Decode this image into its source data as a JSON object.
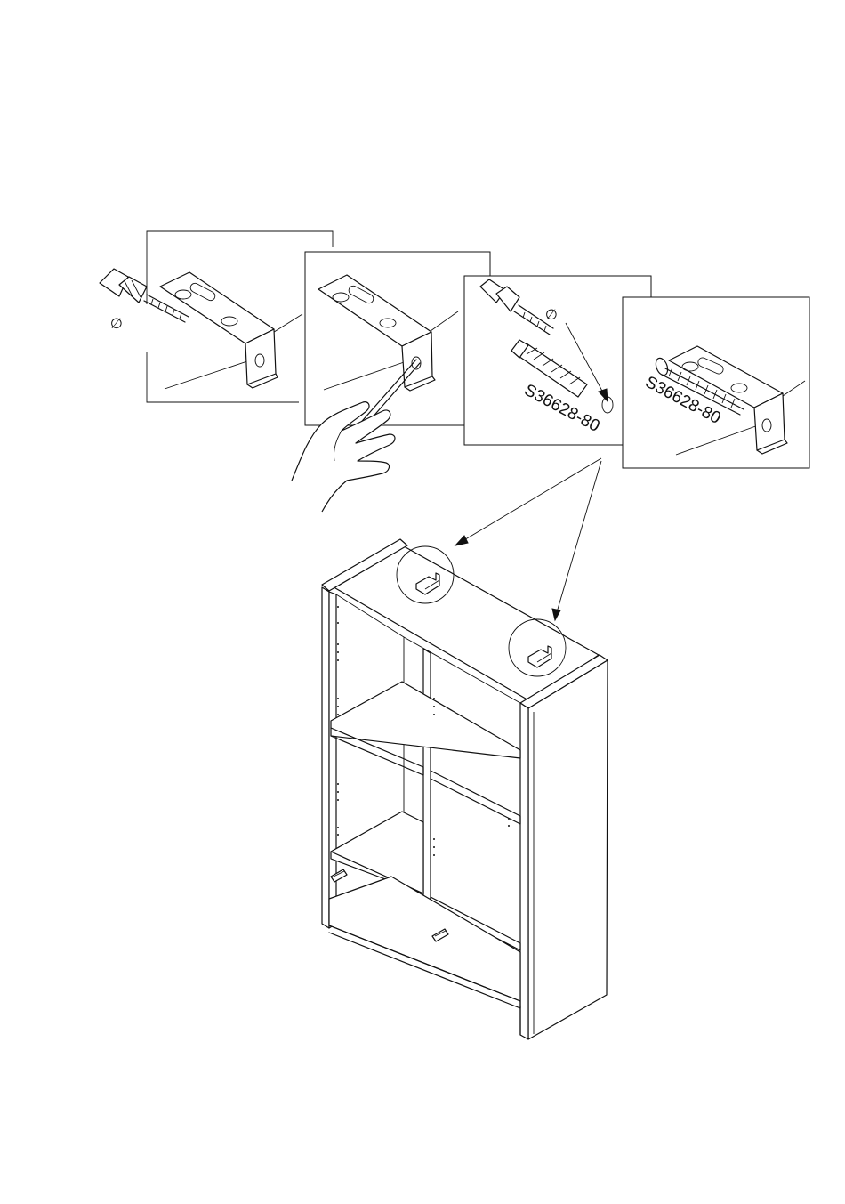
{
  "steps": [
    {
      "id": "drill",
      "symbol": "∅"
    },
    {
      "id": "clean"
    },
    {
      "id": "plug",
      "symbol": "∅",
      "part_code": "S36628-80"
    },
    {
      "id": "screw",
      "part_code": "S36628-80"
    }
  ],
  "cabinet": {
    "bracket_count": 2
  }
}
